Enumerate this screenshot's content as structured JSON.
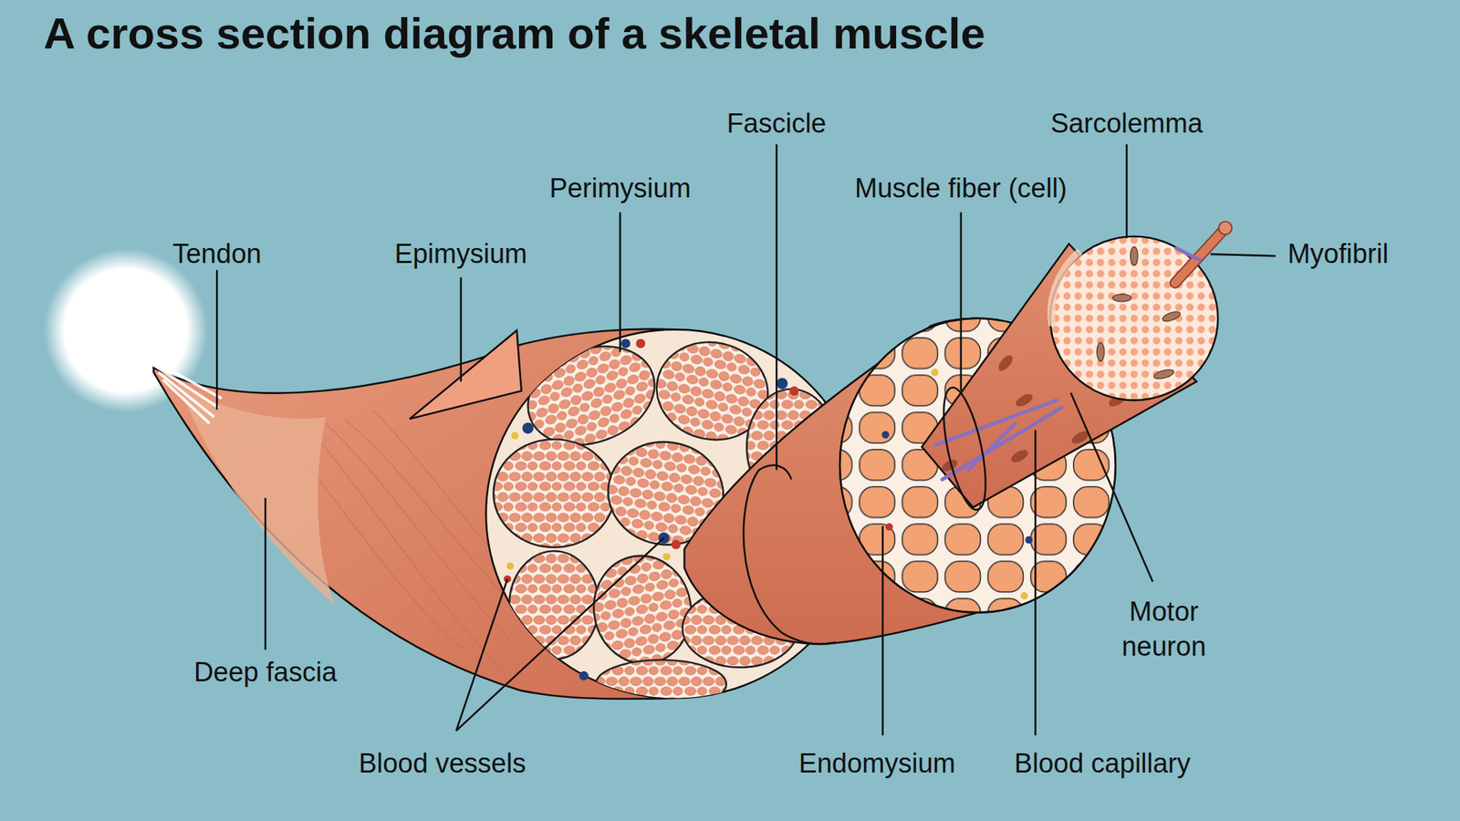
{
  "diagram": {
    "title": "A cross section diagram of a skeletal muscle",
    "labels": [
      "Fascicle",
      "Sarcolemma",
      "Perimysium",
      "Muscle fiber (cell)",
      "Tendon",
      "Epimysium",
      "Myofibril",
      "Motor neuron",
      "Deep fascia",
      "Blood vessels",
      "Endomysium",
      "Blood capillary"
    ]
  }
}
